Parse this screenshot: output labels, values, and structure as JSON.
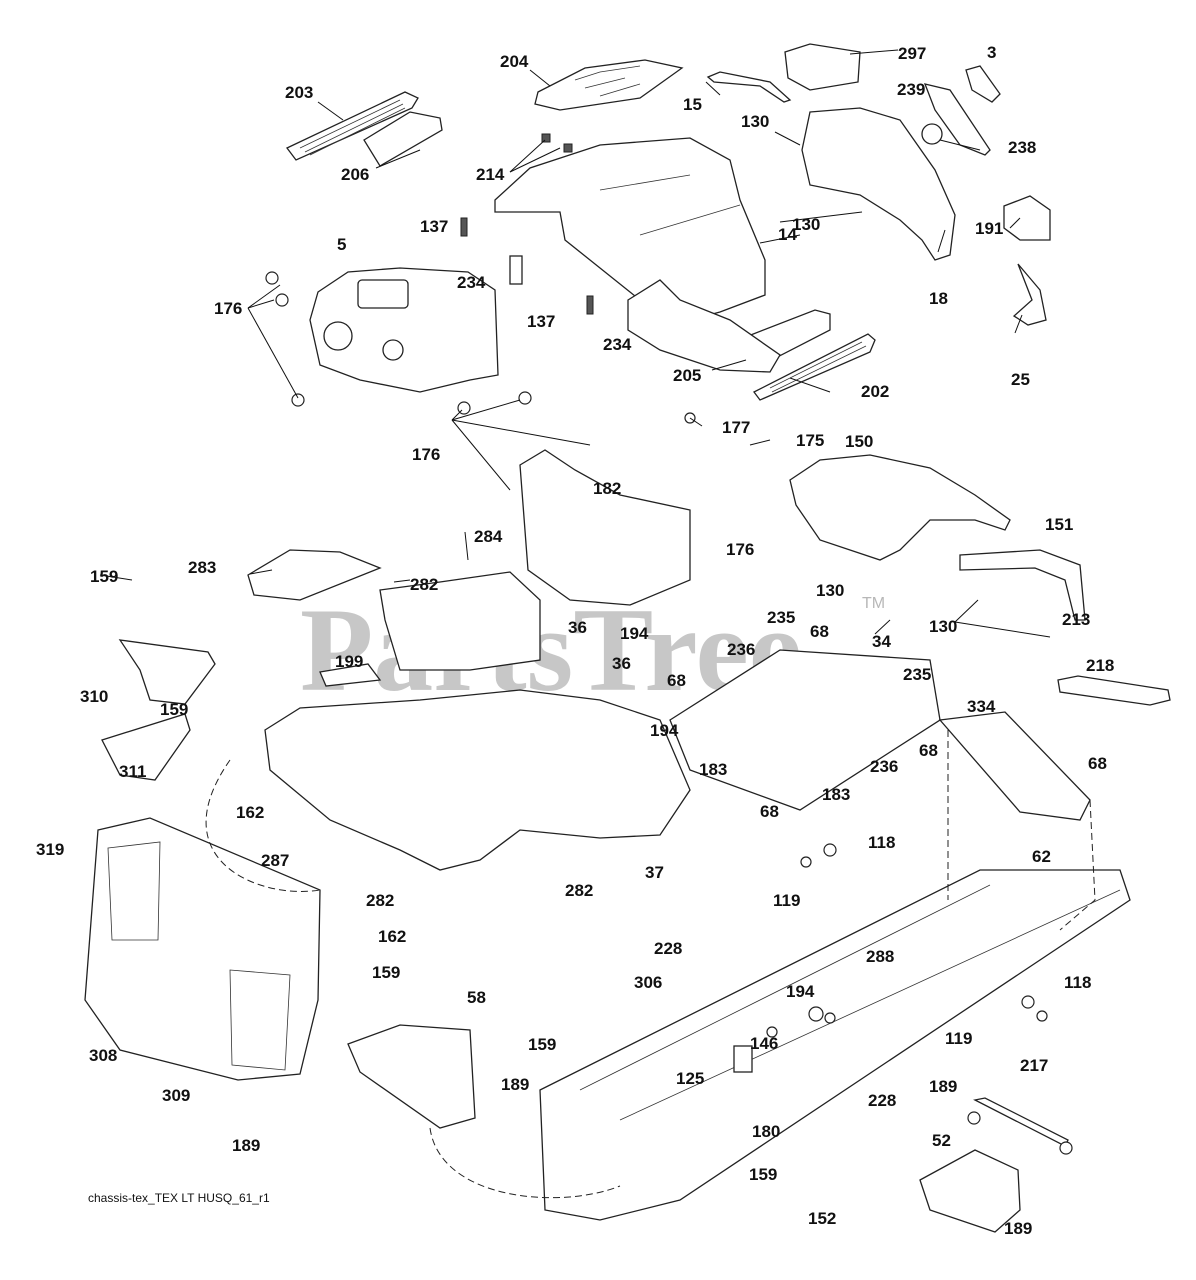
{
  "diagram": {
    "title": "Chassis / Enclosures exploded parts diagram",
    "caption": "chassis-tex_TEX LT HUSQ_61_r1",
    "watermark": "PartsTree",
    "watermark_tm": "TM",
    "callouts": {
      "c203": "203",
      "c204": "204",
      "c297": "297",
      "c3": "3",
      "c15": "15",
      "c239": "239",
      "c130a": "130",
      "c238": "238",
      "c206": "206",
      "c214": "214",
      "c130b": "130",
      "c137a": "137",
      "c191": "191",
      "c5": "5",
      "c14": "14",
      "c18": "18",
      "c176a": "176",
      "c234a": "234",
      "c137b": "137",
      "c234b": "234",
      "c205": "205",
      "c25": "25",
      "c202": "202",
      "c177": "177",
      "c175": "175",
      "c176b": "176",
      "c150": "150",
      "c182": "182",
      "c176c": "176",
      "c151": "151",
      "c159a": "159",
      "c283": "283",
      "c284": "284",
      "c282a": "282",
      "c130c": "130",
      "c130d": "130",
      "c235a": "235",
      "c68a": "68",
      "c36a": "36",
      "c194a": "194",
      "c213": "213",
      "c34": "34",
      "c236a": "236",
      "c199": "199",
      "c36b": "36",
      "c235b": "235",
      "c218": "218",
      "c310": "310",
      "c68b": "68",
      "c194b": "194",
      "c159b": "159",
      "c334": "334",
      "c68c": "68",
      "c236b": "236",
      "c311": "311",
      "c68d": "68",
      "c183a": "183",
      "c162a": "162",
      "c68e": "68",
      "c183b": "183",
      "c62": "62",
      "c319": "319",
      "c287": "287",
      "c118a": "118",
      "c37": "37",
      "c119a": "119",
      "c282b": "282",
      "c282c": "282",
      "c162b": "162",
      "c228a": "228",
      "c159c": "159",
      "c288": "288",
      "c306": "306",
      "c194c": "194",
      "c118b": "118",
      "c308": "308",
      "c146": "146",
      "c119b": "119",
      "c58": "58",
      "c159d": "159",
      "c125": "125",
      "c217": "217",
      "c189a": "189",
      "c228b": "228",
      "c189b": "189",
      "c309": "309",
      "c180": "180",
      "c52": "52",
      "c189c": "189",
      "c159e": "159",
      "c152": "152",
      "c189d": "189"
    }
  }
}
